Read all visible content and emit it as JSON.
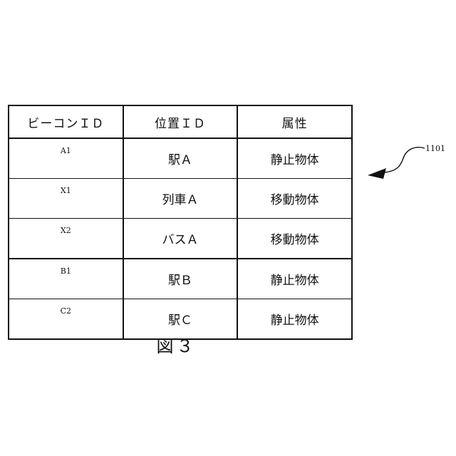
{
  "table": {
    "headers": [
      "ビーコンＩＤ",
      "位置ＩＤ",
      "属性"
    ],
    "rows": [
      {
        "beacon_id": "A1",
        "position_id": "駅Ａ",
        "attribute": "静止物体"
      },
      {
        "beacon_id": "X1",
        "position_id": "列車Ａ",
        "attribute": "移動物体"
      },
      {
        "beacon_id": "X2",
        "position_id": "バスＡ",
        "attribute": "移動物体"
      },
      {
        "beacon_id": "B1",
        "position_id": "駅Ｂ",
        "attribute": "静止物体"
      },
      {
        "beacon_id": "C2",
        "position_id": "駅Ｃ",
        "attribute": "静止物体"
      }
    ]
  },
  "reference": {
    "label": "1101"
  },
  "caption": "図３"
}
